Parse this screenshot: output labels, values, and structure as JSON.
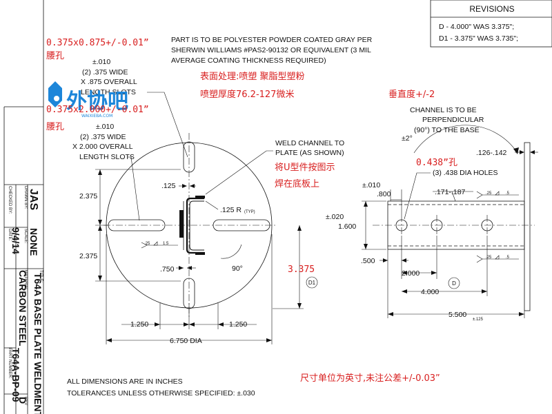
{
  "revisions": {
    "header": "REVISIONS",
    "rows": [
      "D - 4.000\" WAS 3.375\";",
      "D1 - 3.375\" WAS 3.735\";"
    ]
  },
  "notes": {
    "coating": [
      "PART IS TO BE POLYESTER POWDER COATED GRAY PER",
      "SHERWIN WILLIAMS #PAS2-90132 OR EQUIVALENT (3 MIL",
      "AVERAGE COATING THICKNESS REQUIRED)"
    ],
    "coating_cn": [
      "表面处理:喷塑 聚脂型塑粉",
      "喷塑厚度76.2-127微米"
    ],
    "slot1_cn": [
      "0.375x0.875+/-0.01”",
      "腰孔"
    ],
    "slot1_tol": "±.010",
    "slot1": [
      "(2) .375 WIDE",
      "X .875 OVERALL",
      "LENGTH SLOTS"
    ],
    "slot2_cn": [
      "0.375x2.000+/-0.01”",
      "腰孔"
    ],
    "slot2_tol": "±.010",
    "slot2": [
      "(2) .375 WIDE",
      "X 2.000 OVERALL",
      "LENGTH SLOTS"
    ],
    "weld": [
      "WELD CHANNEL TO",
      "PLATE (AS SHOWN)"
    ],
    "weld_cn": [
      "将U型件按图示",
      "焊在底板上"
    ],
    "perp_cn": "垂直度+/-2",
    "perp": [
      "CHANNEL IS TO BE",
      "PERPENDICULAR",
      "(90°) TO THE BASE"
    ],
    "perp_tol": "±2°",
    "holes_cn": "0.438”孔",
    "holes": "(3) .438 DIA HOLES",
    "units_cn": "尺寸单位为英寸,未注公差+/-0.03”",
    "units": [
      "ALL DIMENSIONS ARE IN INCHES",
      "TOLERANCES UNLESS OTHERWISE SPECIFIED: ±.030"
    ]
  },
  "dims": {
    "d2375a": "2.375",
    "d2375b": "2.375",
    "d125": ".125",
    "d125r": ".125 R",
    "typ": "(TYP)",
    "d750": ".750",
    "d90": "90°",
    "d3375": "3.375",
    "d1": "D1",
    "d1250a": "1.250",
    "d1250b": "1.250",
    "d6750": "6.750 DIA",
    "w25a": ".25",
    "w15": "1.5",
    "d126": ".126-.142",
    "tol010": "±.010",
    "d800": ".800",
    "d171": ".171-.187",
    "tol020": "±.020",
    "d1600": "1.600",
    "d500": ".500",
    "d2000": "2.000",
    "d4000": "4.000",
    "d5500": "5.500",
    "tol125": "±.125",
    "dD": "D",
    "w25b": ".25",
    "w5b": ".5",
    "w25c": ".25",
    "w5c": ".5"
  },
  "title_block": {
    "drawn_label": "DRAWN BY:",
    "drawn": "JAS",
    "checked_label": "CHECKED BY:",
    "scale_label": "SCALE:",
    "scale": "NONE",
    "date_label": "DATE:",
    "date": "9/4/14",
    "material_label": "MATERIAL",
    "material": "CARBON STEEL",
    "title_label": "TITLE:",
    "title": "T64A BASE PLATE WELDMENT",
    "part_label": "PART NUMBER:",
    "part": "T64A-BP-09",
    "rev_label": "REV",
    "rev": "D"
  },
  "watermark": {
    "text": "外协吧",
    "sub": "WAIXIEBA.COM"
  }
}
